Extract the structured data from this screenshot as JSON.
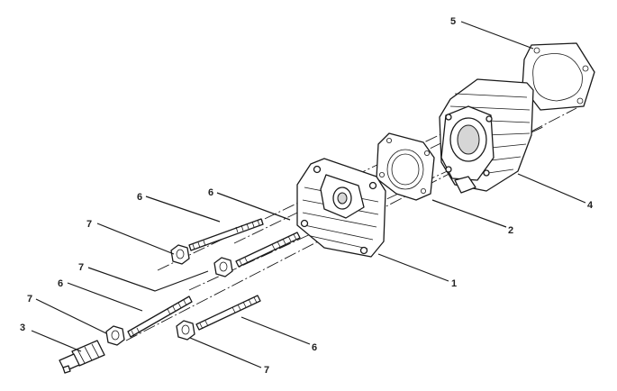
{
  "callouts": {
    "c1": "1",
    "c2": "2",
    "c3": "3",
    "c4": "4",
    "c5": "5",
    "c6a": "6",
    "c6b": "6",
    "c6c": "6",
    "c6d": "6",
    "c7a": "7",
    "c7b": "7",
    "c7c": "7",
    "c7d": "7"
  }
}
